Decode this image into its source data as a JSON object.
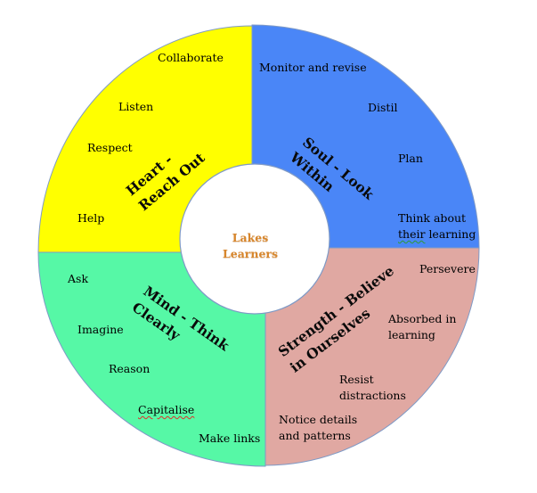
{
  "center": {
    "line1": "Lakes",
    "line2": "Learners",
    "color": "#d7862c"
  },
  "quadrants": {
    "heart": {
      "title": [
        "Heart -",
        "Reach Out"
      ],
      "color": "#ffff00",
      "items": [
        [
          "Collaborate"
        ],
        [
          "Listen"
        ],
        [
          "Respect"
        ],
        [
          "Help"
        ]
      ]
    },
    "soul": {
      "title": [
        "Soul - Look",
        "Within"
      ],
      "color": "#4a86f7",
      "items": [
        [
          "Monitor and revise"
        ],
        [
          "Distil"
        ],
        [
          "Plan"
        ],
        [
          "Think about",
          [
            "their",
            "learning"
          ]
        ]
      ]
    },
    "mind": {
      "title": [
        "Mind - Think",
        "Clearly"
      ],
      "color": "#56f8a6",
      "items": [
        [
          "Ask"
        ],
        [
          "Imagine"
        ],
        [
          "Reason"
        ],
        [
          "Capitalise"
        ],
        [
          "Make links"
        ]
      ]
    },
    "strength": {
      "title": [
        "Strength - Believe",
        "in Ourselves"
      ],
      "color": "#e0a8a2",
      "items": [
        [
          "Persevere"
        ],
        [
          "Absorbed in",
          "learning"
        ],
        [
          "Resist",
          "distractions"
        ],
        [
          "Notice details",
          "and patterns"
        ]
      ]
    }
  },
  "outline_color": "#7f9ac6"
}
